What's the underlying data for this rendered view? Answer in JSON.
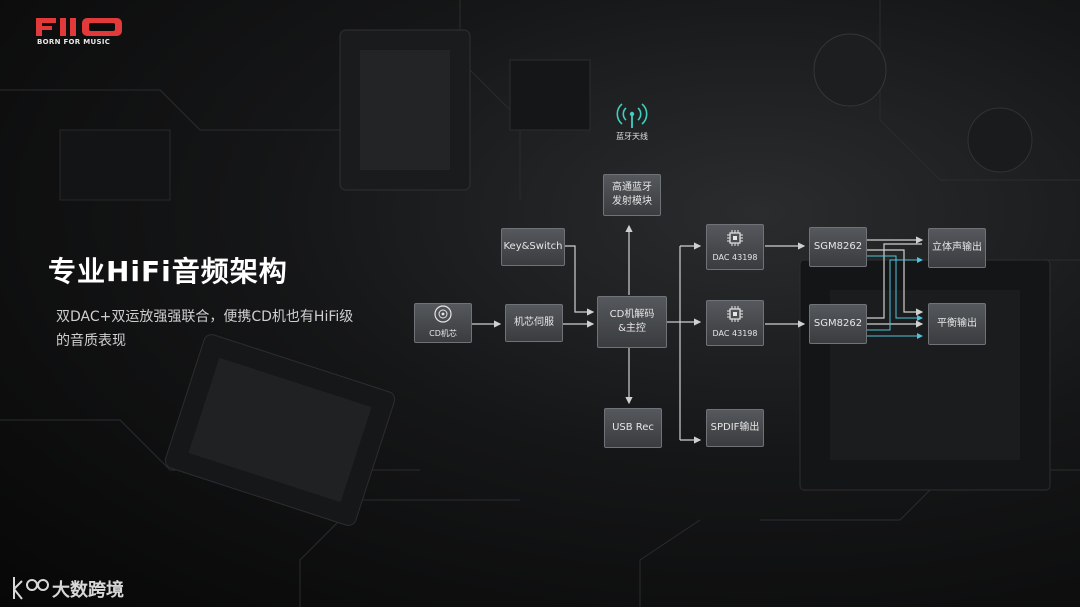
{
  "brand": {
    "logo_text": "FIIO",
    "tagline": "BORN FOR MUSIC"
  },
  "headline": "专业HiFi音频架构",
  "description": "双DAC+双运放强强联合，便携CD机也有HiFi级的音质表现",
  "watermark": "大数跨境",
  "diagram": {
    "antenna_label": "蓝牙天线",
    "bluetooth_module": "高通蓝牙 发射模块",
    "key_switch": "Key&Switch",
    "cd_core": "CD机芯",
    "servo": "机芯伺服",
    "decoder": "CD机解码 &主控",
    "usb_rec": "USB Rec",
    "dac_top": "DAC 43198",
    "dac_bottom": "DAC 43198",
    "spdif": "SPDIF输出",
    "sgm_top": "SGM8262",
    "sgm_bottom": "SGM8262",
    "stereo_out": "立体声输出",
    "balanced_out": "平衡输出"
  },
  "colors": {
    "box_fill": "#4a4c50",
    "connector": "#d0d0d0",
    "connector_cyan": "#4fc3d9",
    "brand_red": "#e23a3a"
  },
  "icons": [
    "fiio-logo-icon",
    "antenna-icon",
    "cd-core-icon",
    "chip-icon",
    "chip-icon",
    "bigdata-logo-icon"
  ]
}
